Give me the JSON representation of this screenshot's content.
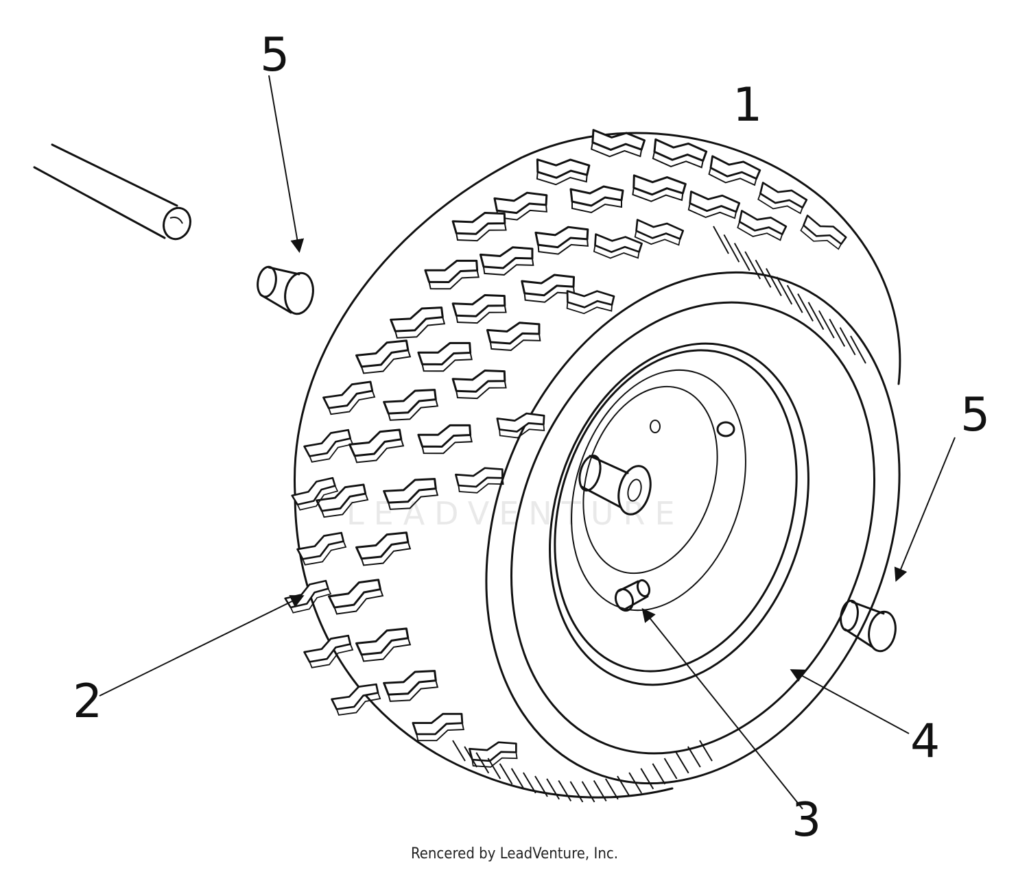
{
  "diagram": {
    "callouts": [
      {
        "id": "callout-1",
        "label": "1"
      },
      {
        "id": "callout-2",
        "label": "2"
      },
      {
        "id": "callout-3",
        "label": "3"
      },
      {
        "id": "callout-4",
        "label": "4"
      },
      {
        "id": "callout-5-top",
        "label": "5"
      },
      {
        "id": "callout-5-right",
        "label": "5"
      }
    ],
    "credit": "Rencered by LeadVenture, Inc."
  }
}
